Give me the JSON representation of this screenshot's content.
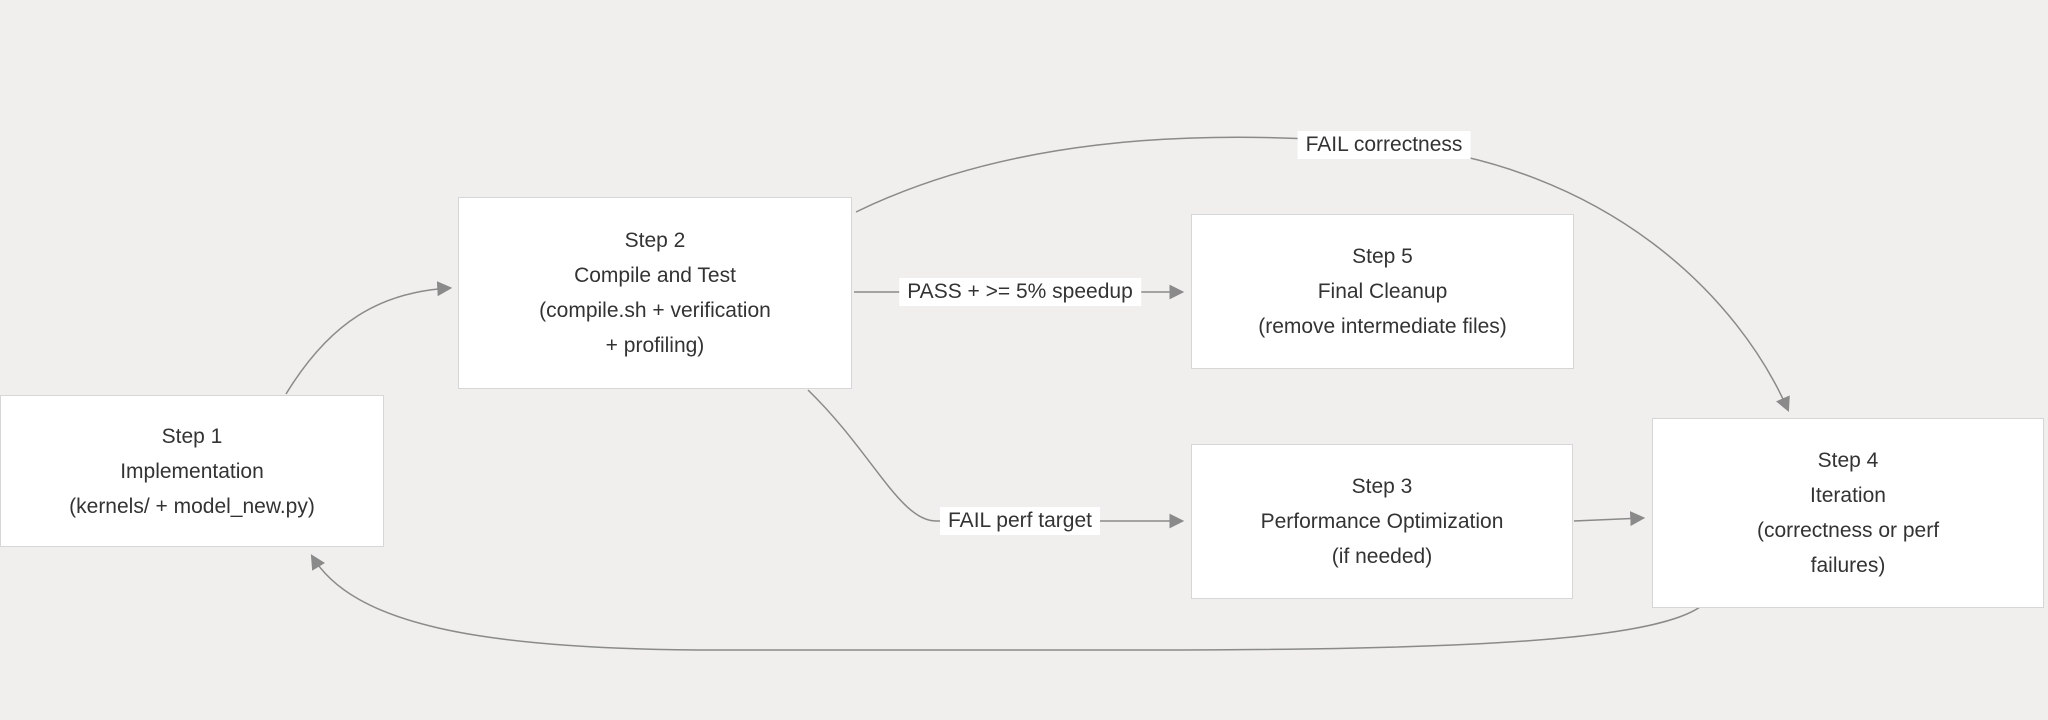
{
  "diagram": {
    "nodes": [
      {
        "id": "step1",
        "lines": [
          "Step 1",
          "Implementation",
          "(kernels/ + model_new.py)"
        ]
      },
      {
        "id": "step2",
        "lines": [
          "Step 2",
          "Compile and Test",
          "(compile.sh + verification",
          "+ profiling)"
        ]
      },
      {
        "id": "step5",
        "lines": [
          "Step 5",
          "Final Cleanup",
          "(remove intermediate files)"
        ]
      },
      {
        "id": "step3",
        "lines": [
          "Step 3",
          "Performance Optimization",
          "(if needed)"
        ]
      },
      {
        "id": "step4",
        "lines": [
          "Step 4",
          "Iteration",
          "(correctness or perf",
          "failures)"
        ]
      }
    ],
    "edge_labels": [
      {
        "id": "pass_speedup",
        "text": "PASS + >= 5% speedup"
      },
      {
        "id": "fail_perf",
        "text": "FAIL perf target"
      },
      {
        "id": "fail_correctness",
        "text": "FAIL correctness"
      }
    ],
    "colors": {
      "background": "#f0efed",
      "node_fill": "#ffffff",
      "node_border": "#d6d6d6",
      "edge": "#8a8a8a",
      "text": "#333333"
    }
  }
}
